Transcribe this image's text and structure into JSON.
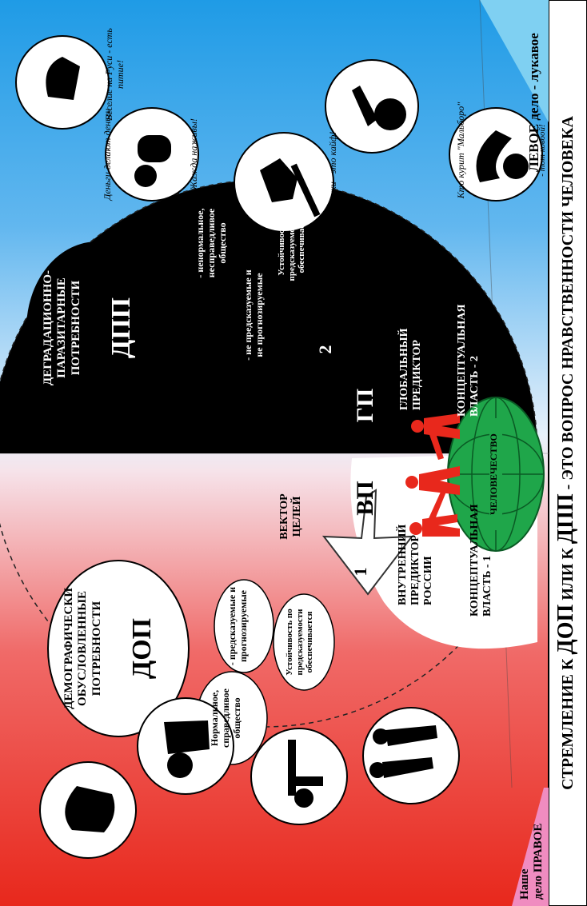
{
  "footer": {
    "prefix": "СТРЕМЛЕНИЕ К ",
    "dop": "ДОП",
    "middle": " ИЛИ К ",
    "dpp": "ДПП",
    "suffix": " - ЭТО ВОПРОС НРАВСТВЕННОСТИ ЧЕЛОВЕКА"
  },
  "left_tag": {
    "line1": "Наше",
    "line2": "дело ПРАВОЕ"
  },
  "right_tag": "ЛЕВОЕ дело - лукавое",
  "dop_block": {
    "title": "ДЕМОГРАФИЧЕСКИ ОБУСЛОВЛЕННЫЕ ПОТРЕБНОСТИ",
    "abbr": "ДОП",
    "bubbles": [
      "Нормальное, справедливое общество",
      "- предсказуемые и прогнозируемые",
      "Устойчивость по предсказуемости обеспечивается"
    ],
    "vector": "ВЕКТОР ЦЕЛЕЙ",
    "num": "1"
  },
  "dpp_block": {
    "title": "ДЕГРАДАЦИОННО-ПАРАЗИТАРНЫЕ ПОТРЕБНОСТИ",
    "abbr": "ДПП",
    "bubbles": [
      "- ненормальное, несправедливое общество",
      "- не предсказуемые и не прогнозируемые",
      "Устойчивость по предсказуемости не обеспечивается"
    ],
    "vector": "ВЕКТОР ЦЕЛЕЙ",
    "num": "2"
  },
  "vp": {
    "abbr": "ВП",
    "line1": "ВНУТРЕННИЙ ПРЕДИКТОР РОССИИ",
    "line2": "КОНЦЕПТУАЛЬНАЯ ВЛАСТЬ - 1"
  },
  "gp": {
    "abbr": "ГП",
    "line1": "ГЛОБАЛЬНЫЙ ПРЕДИКТОР",
    "line2": "КОНЦЕПТУАЛЬНАЯ ВЛАСТЬ - 2"
  },
  "globe_label": "ЧЕЛОВЕЧЕСТВО",
  "vice_captions": [
    "Веселие на Руси - есть питие!",
    "Деньги делают деньги",
    "Жажда наживы!",
    "Наркотики - это кайф!",
    "Кто курит \"Мальборо\"",
    "- тот ковбой!"
  ],
  "colors": {
    "red": "#e8281c",
    "blue": "#1f9be6",
    "black": "#000000",
    "green": "#1fa64a",
    "pink": "#f08cc0",
    "light_blue": "#7fd0f2"
  }
}
